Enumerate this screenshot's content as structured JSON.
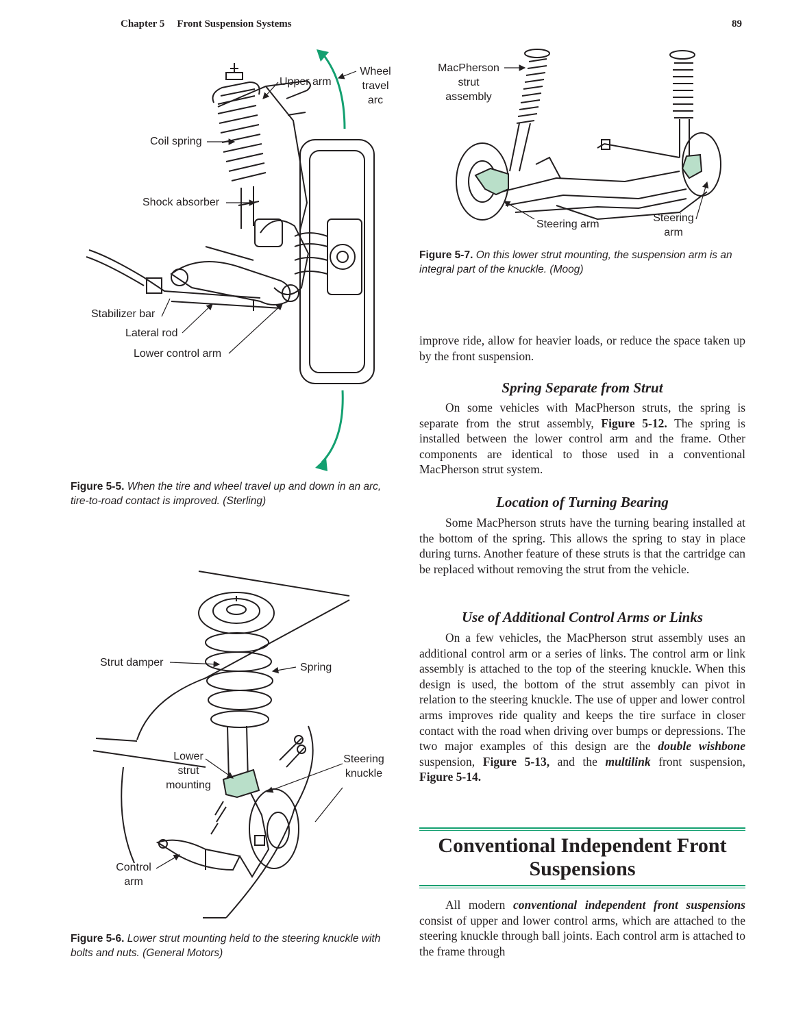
{
  "header": {
    "chapter": "Chapter 5",
    "chapter_title": "Front Suspension Systems",
    "page_number": "89"
  },
  "figure_5_5": {
    "labels": {
      "upper_arm": "Upper arm",
      "wheel": "Wheel",
      "travel": "travel",
      "arc": "arc",
      "coil_spring": "Coil spring",
      "shock_absorber": "Shock absorber",
      "stabilizer_bar": "Stabilizer bar",
      "lateral_rod": "Lateral rod",
      "lower_control_arm": "Lower control arm"
    },
    "caption_label": "Figure 5-5.",
    "caption_text": "When the tire and wheel travel up and down in an arc, tire-to-road contact is improved. (Sterling)"
  },
  "figure_5_6": {
    "labels": {
      "strut_damper": "Strut damper",
      "spring": "Spring",
      "lower": "Lower",
      "strut": "strut",
      "mounting": "mounting",
      "steering": "Steering",
      "knuckle": "knuckle",
      "control": "Control",
      "arm": "arm"
    },
    "caption_label": "Figure 5-6.",
    "caption_text": "Lower strut mounting held to the steering knuckle with bolts and nuts. (General Motors)"
  },
  "figure_5_7": {
    "labels": {
      "macpherson": "MacPherson",
      "strut": "strut",
      "assembly": "assembly",
      "steering_arm": "Steering arm",
      "steering": "Steering",
      "arm": "arm"
    },
    "caption_label": "Figure 5-7.",
    "caption_text": "On this lower strut mounting, the suspension arm is an integral part of the knuckle. (Moog)"
  },
  "body": {
    "continuation": "improve ride, allow for heavier loads, or reduce the space taken up by the front suspension.",
    "sub1": {
      "title": "Spring Separate from Strut",
      "p_a": "On some vehicles with MacPherson struts, the spring is separate from the strut assembly, ",
      "ref": "Figure 5-12.",
      "p_b": " The spring is installed between the lower control arm and the frame. Other components are identical to those used in a conventional MacPherson strut system."
    },
    "sub2": {
      "title": "Location of Turning Bearing",
      "p": "Some MacPherson struts have the turning bearing installed at the bottom of the spring. This allows the spring to stay in place during turns. Another feature of these struts is that the cartridge can be replaced without removing the strut from the vehicle."
    },
    "sub3": {
      "title": "Use of Additional Control Arms or Links",
      "p_a": "On a few vehicles, the MacPherson strut assembly uses an additional control arm or a series of links. The control arm or link assembly is attached to the top of the steering knuckle. When this design is used, the bottom of the strut assembly can pivot in relation to the steering knuckle. The use of upper and lower control arms improves ride quality and keeps the tire surface in closer contact with the road when driving over bumps or depressions. The two major examples of this design are the ",
      "term1": "double wishbone",
      "p_b": " suspension, ",
      "ref1": "Figure 5-13,",
      "p_c": " and the ",
      "term2": "multilink",
      "p_d": " front suspension, ",
      "ref2": "Figure 5-14."
    },
    "section": {
      "title_line1": "Conventional Independent Front",
      "title_line2": "Suspensions",
      "p_a": "All modern ",
      "term": "conventional independent front suspensions",
      "p_b": " consist of upper and lower control arms, which are attached to the steering knuckle through ball joints. Each control arm is attached to the frame through"
    }
  },
  "colors": {
    "accent_green": "#13a070",
    "part_green": "#b9dfc9",
    "text": "#231f20"
  }
}
